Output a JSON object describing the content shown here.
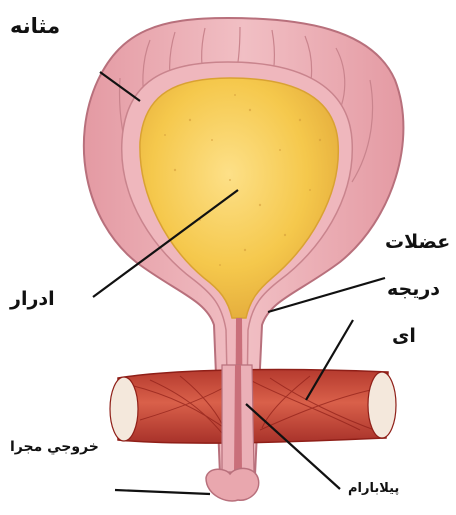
{
  "labels": {
    "bladder": "مثانه",
    "urine": "ادرار",
    "valve_muscles_line1": "عضلات",
    "valve_muscles_line2": "دریجه",
    "valve_muscles_line3": "ای",
    "urethral_outlet": "خروجي مجرا",
    "pelvic_floor": "پیلابارام"
  },
  "colors": {
    "bladder_wall": "#e8a9b0",
    "bladder_outline": "#b8707c",
    "urine": "#f5c84c",
    "urine_edge": "#d9a232",
    "muscle": "#cc4a3a",
    "muscle_stripe": "#8f1f18",
    "muscle_end": "#f4e8dc",
    "leader_line": "#111111"
  }
}
